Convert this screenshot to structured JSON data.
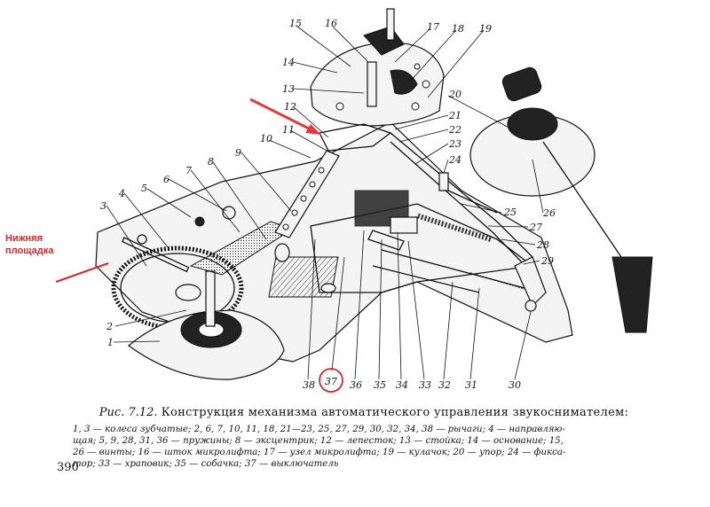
{
  "annotation": {
    "label_line1": "Нижняя",
    "label_line2": "площадка",
    "arrow_color": "#e03a3a",
    "highlight_color": "#d02a2a",
    "highlighted_part": "37"
  },
  "part_numbers": [
    "1",
    "2",
    "3",
    "4",
    "5",
    "6",
    "7",
    "8",
    "9",
    "10",
    "11",
    "12",
    "13",
    "14",
    "15",
    "16",
    "17",
    "18",
    "19",
    "20",
    "21",
    "22",
    "23",
    "24",
    "25",
    "26",
    "27",
    "28",
    "29",
    "30",
    "31",
    "32",
    "33",
    "34",
    "35",
    "36",
    "37",
    "38"
  ],
  "caption": {
    "figure": "Рис. 7.12.",
    "title": "Конструкция механизма автоматического управления звукоснимателем:"
  },
  "legend_lines": [
    "1, 3 — колеса зубчатые; 2, 6, 7, 10, 11, 18, 21—23, 25, 27, 29, 30, 32, 34, 38 — рычаги; 4 — направляю-",
    "щая; 5, 9, 28, 31, 36 — пружины; 8 — эксцентрик; 12 — лепесток; 13 — стойка; 14 — основание; 15,",
    "26 — винты; 16 — шток микролифта; 17 — узел микролифта; 19 — кулачок; 20 — упор; 24 — фикса-",
    "тор; 33 — храповик; 35 — собачка; 37 — выключатель"
  ],
  "page_number": "390"
}
